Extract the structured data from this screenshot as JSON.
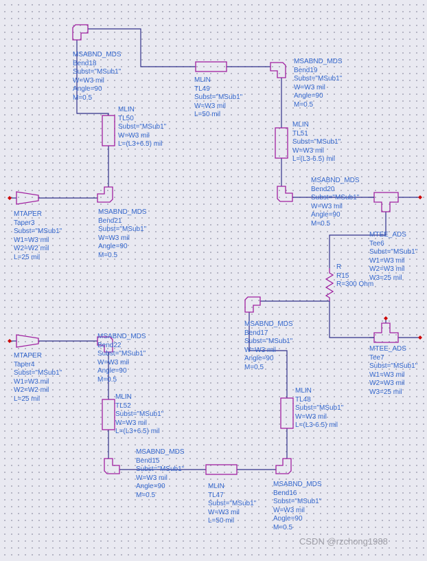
{
  "watermark": {
    "text": "CSDN @rzchong1988"
  },
  "colors": {
    "background": "#e9e9f1",
    "grid_dot": "#a2a2b4",
    "component_outline": "#a020a0",
    "wire": "#30308a",
    "label_text": "#3366cc",
    "open_pin": "#cc0000",
    "watermark_text": "#9e9ea6"
  },
  "components": {
    "bend18": {
      "lines": [
        "MSABND_MDS",
        "Bend18",
        "Subst=\"MSub1\"",
        "W=W3 mil",
        "Angle=90",
        "M=0.5"
      ]
    },
    "tl49": {
      "lines": [
        "MLIN",
        "TL49",
        "Subst=\"MSub1\"",
        "W=W3 mil",
        "L=50 mil"
      ]
    },
    "bend19": {
      "lines": [
        "MSABND_MDS",
        "Bend19",
        "Subst=\"MSub1\"",
        "W=W3 mil",
        "Angle=90",
        "M=0.5"
      ]
    },
    "tl50": {
      "lines": [
        "MLIN",
        "TL50",
        "Subst=\"MSub1\"",
        "W=W3 mil",
        "L=(L3+6.5) mil"
      ]
    },
    "tl51": {
      "lines": [
        "MLIN",
        "TL51",
        "Subst=\"MSub1\"",
        "W=W3 mil",
        "L=(L3-6.5) mil"
      ]
    },
    "bend20": {
      "lines": [
        "MSABND_MDS",
        "Bend20",
        "Subst=\"MSub1\"",
        "W=W3 mil",
        "Angle=90",
        "M=0.5"
      ]
    },
    "taper3": {
      "lines": [
        "MTAPER",
        "Taper3",
        "Subst=\"MSub1\"",
        "W1=W3 mil",
        "W2=W2 mil",
        "L=25 mil"
      ]
    },
    "bend21": {
      "lines": [
        "MSABND_MDS",
        "Bend21",
        "Subst=\"MSub1\"",
        "W=W3 mil",
        "Angle=90",
        "M=0.5"
      ]
    },
    "tee6": {
      "lines": [
        "MTEE_ADS",
        "Tee6",
        "Subst=\"MSub1\"",
        "W1=W3 mil",
        "W2=W3 mil",
        "W3=25 mil"
      ]
    },
    "r15": {
      "lines": [
        "R",
        "R15",
        "R=300 Ohm"
      ]
    },
    "bend17": {
      "lines": [
        "MSABND_MDS",
        "Bend17",
        "Subst=\"MSub1\"",
        "W=W3 mil",
        "Angle=90",
        "M=0.5"
      ]
    },
    "tee7": {
      "lines": [
        "MTEE_ADS",
        "Tee7",
        "Subst=\"MSub1\"",
        "W1=W3 mil",
        "W2=W3 mil",
        "W3=25 mil"
      ]
    },
    "taper4": {
      "lines": [
        "MTAPER",
        "Taper4",
        "Subst=\"MSub1\"",
        "W1=W3 mil",
        "W2=W2 mil",
        "L=25 mil"
      ]
    },
    "bend22": {
      "lines": [
        "MSABND_MDS",
        "Bend22",
        "Subst=\"MSub1\"",
        "W=W3 mil",
        "Angle=90",
        "M=0.5"
      ]
    },
    "tl52": {
      "lines": [
        "MLIN",
        "TL52",
        "Subst=\"MSub1\"",
        "W=W3 mil",
        "L=(L3+6.5) mil"
      ]
    },
    "tl48": {
      "lines": [
        "MLIN",
        "TL48",
        "Subst=\"MSub1\"",
        "W=W3 mil",
        "L=(L3-6.5) mil"
      ]
    },
    "bend15": {
      "lines": [
        "MSABND_MDS",
        "Bend15",
        "Subst=\"MSub1\"",
        "W=W3 mil",
        "Angle=90",
        "M=0.5"
      ]
    },
    "tl47": {
      "lines": [
        "MLIN",
        "TL47",
        "Subst=\"MSub1\"",
        "W=W3 mil",
        "L=50 mil"
      ]
    },
    "bend16": {
      "lines": [
        "MSABND_MDS",
        "Bend16",
        "Subst=\"MSub1\"",
        "W=W3 mil",
        "Angle=90",
        "M=0.5"
      ]
    }
  }
}
